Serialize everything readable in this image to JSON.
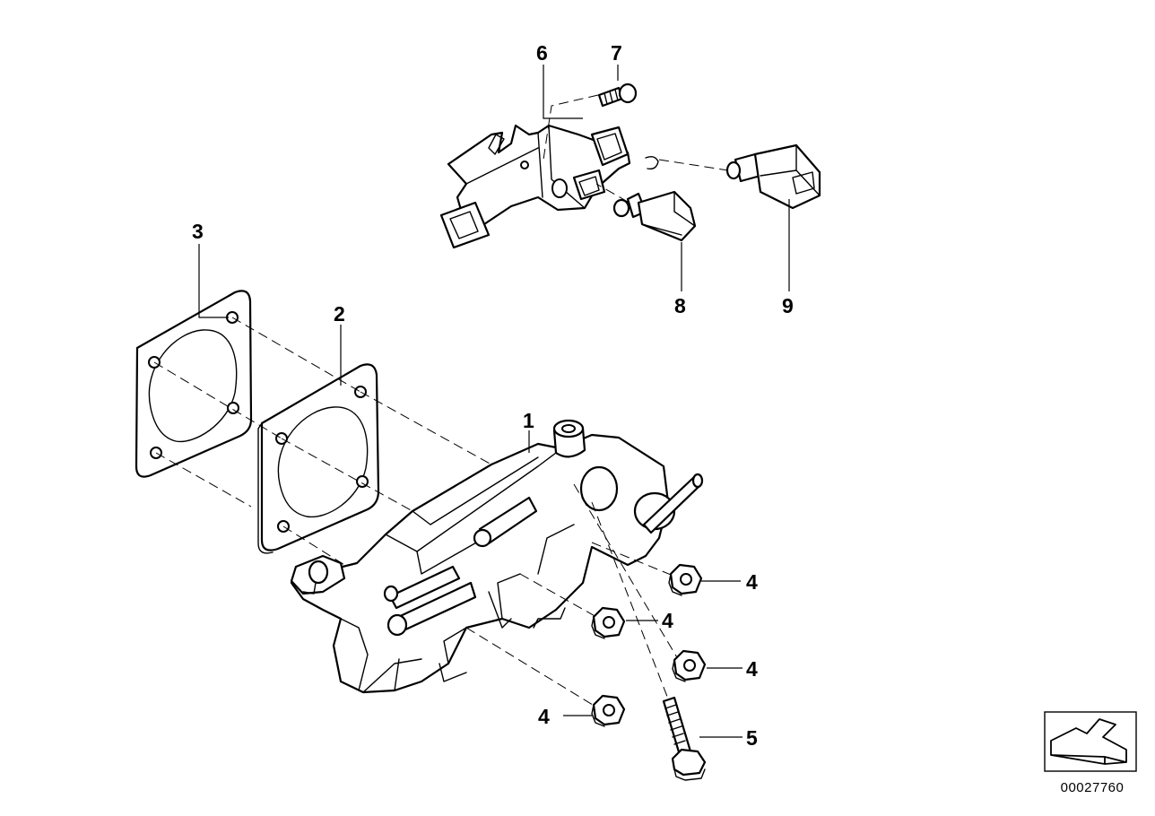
{
  "callouts": {
    "c1": "1",
    "c2": "2",
    "c3": "3",
    "c4a": "4",
    "c4b": "4",
    "c4c": "4",
    "c4d": "4",
    "c5": "5",
    "c6": "6",
    "c7": "7",
    "c8": "8",
    "c9": "9"
  },
  "document_number": "00027760",
  "orientation_icon": "direction-arrow-icon"
}
